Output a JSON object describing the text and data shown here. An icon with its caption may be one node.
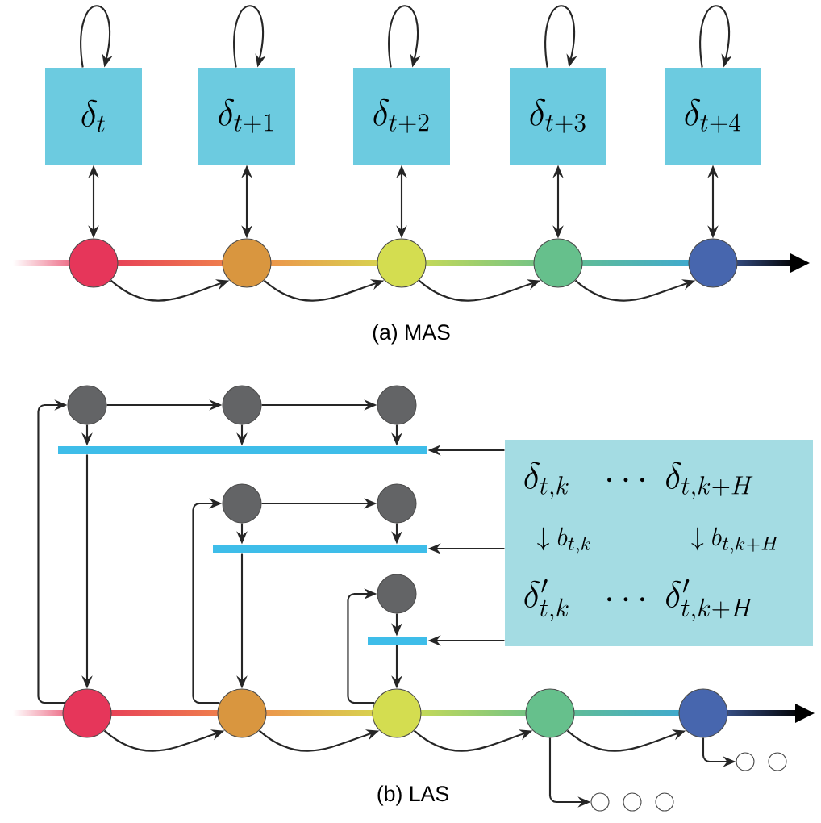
{
  "diagram": {
    "nodes": [
      {
        "text": [
          "\\delta_{t}"
        ]
      },
      {
        "text": [
          "\\delta_{t+1}"
        ]
      },
      {
        "text": [
          "\\delta_{t+2}"
        ]
      },
      {
        "text": [
          "\\delta_{t+3}"
        ]
      },
      {
        "text": [
          "\\delta_{t+4}"
        ]
      },
      {
        "text": [],
        "shape": "circle"
      },
      {
        "text": [],
        "shape": "circle"
      },
      {
        "text": [],
        "shape": "circle"
      },
      {
        "text": [],
        "shape": "circle"
      },
      {
        "text": [],
        "shape": "circle"
      },
      {
        "text": [],
        "shape": "circle"
      },
      {
        "text": [],
        "shape": "circle"
      },
      {
        "text": [],
        "shape": "circle"
      },
      {
        "text": [],
        "shape": "bar"
      },
      {
        "text": [],
        "shape": "circle"
      },
      {
        "text": [],
        "shape": "circle"
      },
      {
        "text": [],
        "shape": "bar"
      },
      {
        "text": [],
        "shape": "circle"
      },
      {
        "text": [],
        "shape": "bar"
      },
      {
        "text": [
          "\\delta_{t,k}",
          "\\cdots",
          "\\delta_{t,k+H}",
          "\\downarrow b_{t,k}",
          "\\downarrow b_{t,k+H}",
          "\\delta'_{t,k}",
          "\\cdots",
          "\\delta'_{t,k+H}"
        ]
      },
      {
        "text": [],
        "shape": "circle"
      },
      {
        "text": [],
        "shape": "circle"
      },
      {
        "text": [],
        "shape": "circle"
      },
      {
        "text": [],
        "shape": "circle"
      },
      {
        "text": [],
        "shape": "circle"
      },
      {
        "text": [],
        "shape": "circle"
      },
      {
        "text": [],
        "shape": "circle"
      },
      {
        "text": [],
        "shape": "circle"
      },
      {
        "text": [],
        "shape": "circle"
      },
      {
        "text": [],
        "shape": "circle"
      }
    ],
    "edges": [
      {
        "from": 0,
        "to": 0,
        "arrow": "to"
      },
      {
        "from": 1,
        "to": 1,
        "arrow": "to"
      },
      {
        "from": 2,
        "to": 2,
        "arrow": "to"
      },
      {
        "from": 3,
        "to": 3,
        "arrow": "to"
      },
      {
        "from": 4,
        "to": 4,
        "arrow": "to"
      },
      {
        "from": 0,
        "to": 5,
        "arrow": "both"
      },
      {
        "from": 1,
        "to": 6,
        "arrow": "both"
      },
      {
        "from": 2,
        "to": 7,
        "arrow": "both"
      },
      {
        "from": 3,
        "to": 8,
        "arrow": "both"
      },
      {
        "from": 4,
        "to": 9,
        "arrow": "both"
      },
      {
        "from": 5,
        "to": 6,
        "arrow": "to"
      },
      {
        "from": 6,
        "to": 7,
        "arrow": "to"
      },
      {
        "from": 7,
        "to": 8,
        "arrow": "to"
      },
      {
        "from": 8,
        "to": 9,
        "arrow": "to"
      },
      {
        "from": 20,
        "to": 10,
        "arrow": "to"
      },
      {
        "from": 10,
        "to": 11,
        "arrow": "to"
      },
      {
        "from": 11,
        "to": 12,
        "arrow": "to"
      },
      {
        "from": 10,
        "to": 13,
        "arrow": "to"
      },
      {
        "from": 11,
        "to": 13,
        "arrow": "to"
      },
      {
        "from": 12,
        "to": 13,
        "arrow": "to"
      },
      {
        "from": 13,
        "to": 20,
        "arrow": "to"
      },
      {
        "from": 21,
        "to": 14,
        "arrow": "to"
      },
      {
        "from": 14,
        "to": 15,
        "arrow": "to"
      },
      {
        "from": 14,
        "to": 16,
        "arrow": "to"
      },
      {
        "from": 15,
        "to": 16,
        "arrow": "to"
      },
      {
        "from": 16,
        "to": 21,
        "arrow": "to"
      },
      {
        "from": 22,
        "to": 17,
        "arrow": "to"
      },
      {
        "from": 17,
        "to": 18,
        "arrow": "to"
      },
      {
        "from": 18,
        "to": 22,
        "arrow": "to"
      },
      {
        "from": 19,
        "to": 13,
        "arrow": "to"
      },
      {
        "from": 19,
        "to": 16,
        "arrow": "to"
      },
      {
        "from": 19,
        "to": 18,
        "arrow": "to"
      },
      {
        "from": 20,
        "to": 21,
        "arrow": "to"
      },
      {
        "from": 21,
        "to": 22,
        "arrow": "to"
      },
      {
        "from": 22,
        "to": 23,
        "arrow": "to"
      },
      {
        "from": 23,
        "to": 24,
        "arrow": "to"
      },
      {
        "from": 23,
        "to": 25,
        "arrow": "to"
      },
      {
        "from": 24,
        "to": 28,
        "arrow": "to"
      }
    ],
    "labels": [
      "(a) MAS",
      "(b) LAS"
    ]
  }
}
